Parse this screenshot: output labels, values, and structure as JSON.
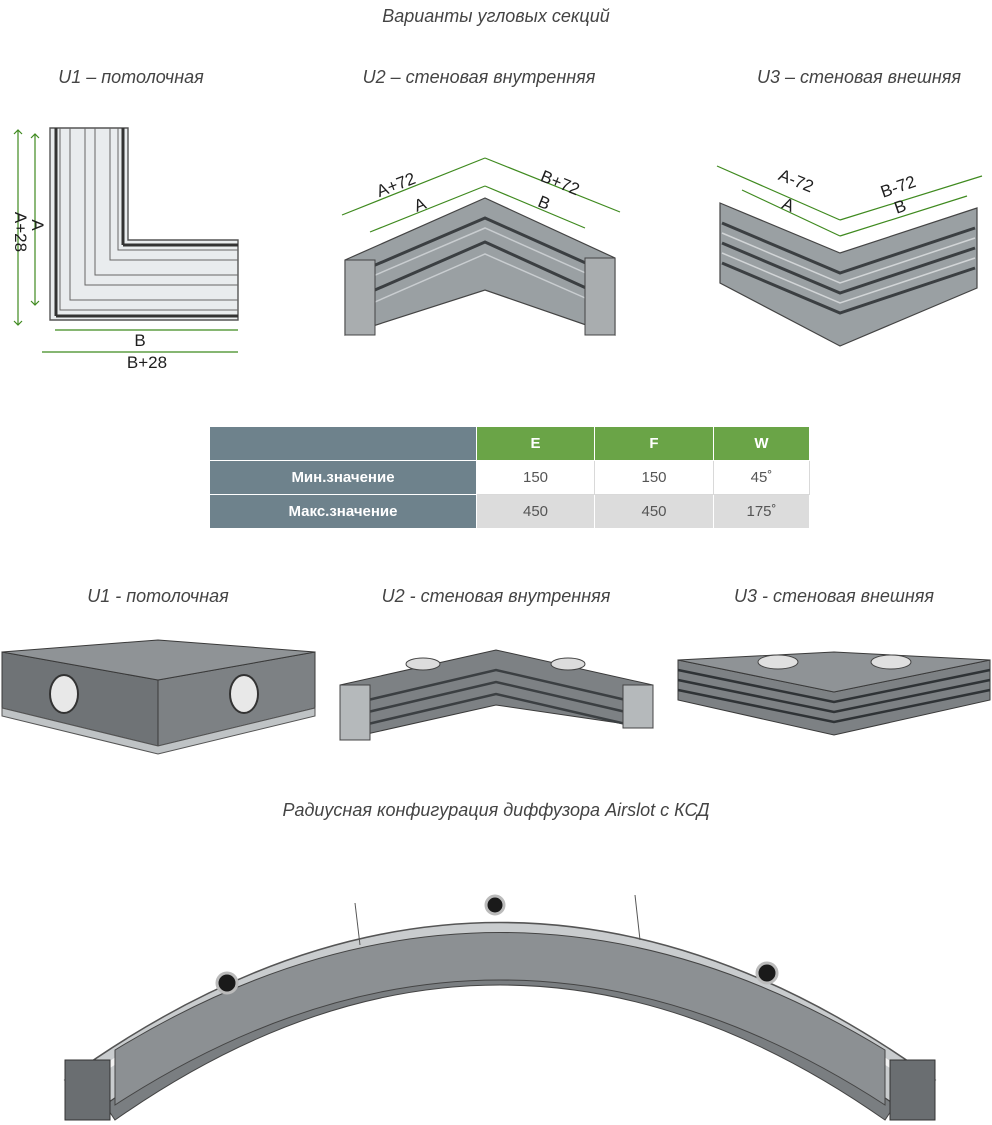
{
  "title": "Варианты угловых секций",
  "top_captions": {
    "u1": "U1 – потолочная",
    "u2": "U2 – стеновая внутренняя",
    "u3": "U3 – стеновая внешняя"
  },
  "dimensions": {
    "u1": {
      "a": "A",
      "a_plus": "A+28",
      "b": "B",
      "b_plus": "B+28"
    },
    "u2": {
      "a": "A",
      "a_plus": "A+72",
      "b": "B",
      "b_plus": "B+72"
    },
    "u3": {
      "a": "A",
      "a_minus": "A-72",
      "b": "B",
      "b_minus": "B-72"
    }
  },
  "table": {
    "headers": [
      "",
      "E",
      "F",
      "W"
    ],
    "rows": [
      {
        "label": "Мин.значение",
        "values": [
          "150",
          "150",
          "45˚"
        ]
      },
      {
        "label": "Макс.значение",
        "values": [
          "450",
          "450",
          "175˚"
        ]
      }
    ]
  },
  "bottom_captions": {
    "u1": "U1 - потолочная",
    "u2": "U2 - стеновая внутренняя",
    "u3": "U3 - стеновая внешняя"
  },
  "radial_caption": "Радиусная конфигурация диффузора Airslot с КСД",
  "colors": {
    "dimension_green": "#3f8a1f",
    "header_green": "#6aa447",
    "header_slate": "#6e828c",
    "metal": "#8e9396"
  }
}
